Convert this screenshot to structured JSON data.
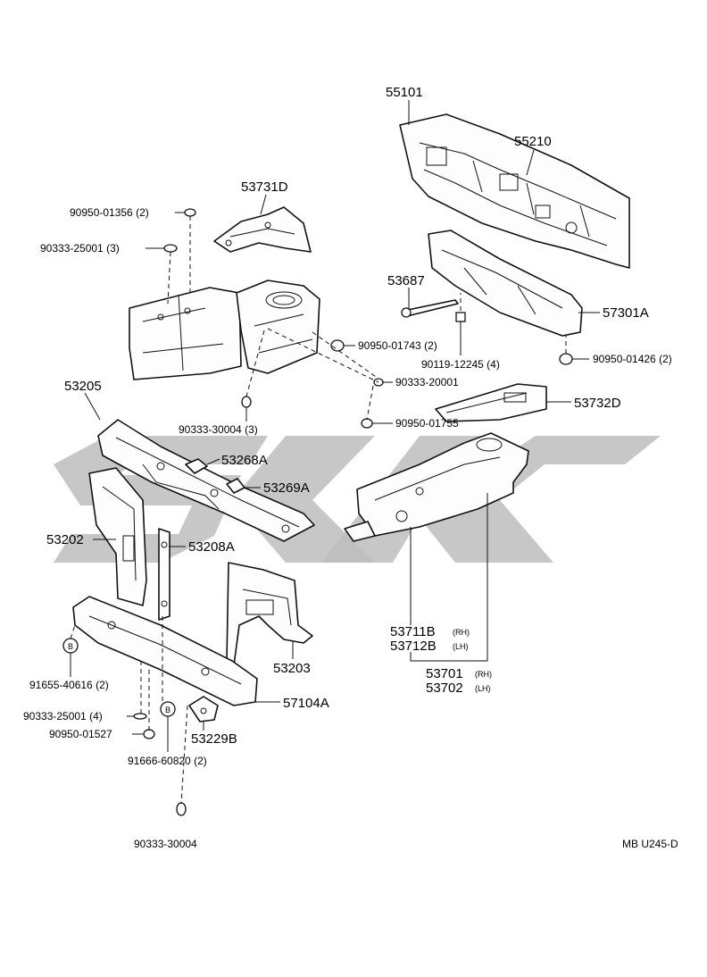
{
  "drawing_code": "MB U245-D",
  "watermark": "SKK",
  "parts": {
    "p55101": "55101",
    "p55210": "55210",
    "p53731D": "53731D",
    "p90950_01356": "90950-01356 (2)",
    "p90333_25001_3": "90333-25001 (3)",
    "p53687": "53687",
    "p57301A": "57301A",
    "p90950_01743": "90950-01743 (2)",
    "p90119_12245": "90119-12245 (4)",
    "p90950_01426": "90950-01426 (2)",
    "p90333_20001": "90333-20001",
    "p53732D": "53732D",
    "p90333_30004_3": "90333-30004 (3)",
    "p90950_01755": "90950-01755",
    "p53205": "53205",
    "p53268A": "53268A",
    "p53269A": "53269A",
    "p53202": "53202",
    "p53208A": "53208A",
    "p53203": "53203",
    "p91655_40616": "91655-40616 (2)",
    "p57104A": "57104A",
    "p90333_25001_4": "90333-25001 (4)",
    "p90950_01527": "90950-01527",
    "p53229B": "53229B",
    "p91666_60820": "91666-60820 (2)",
    "p90333_30004": "90333-30004",
    "p53711B": "53711B",
    "p53712B": "53712B",
    "p53701": "53701",
    "p53702": "53702",
    "rh": "(RH)",
    "lh": "(LH)",
    "b_mark": "B"
  }
}
